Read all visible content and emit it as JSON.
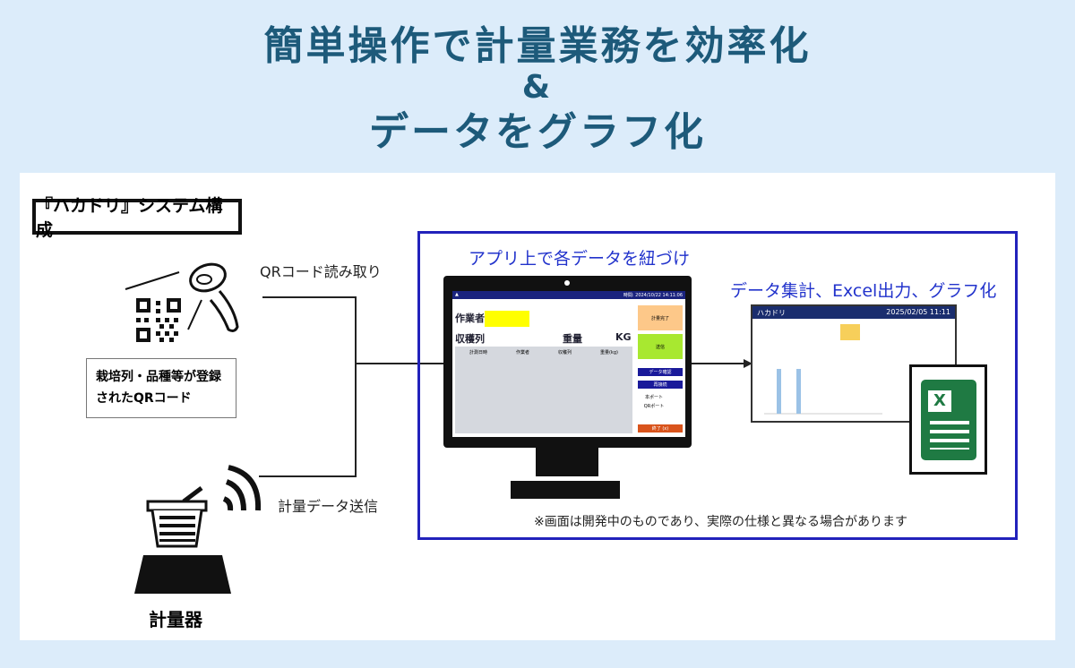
{
  "title": {
    "line1": "簡単操作で計量業務を効率化",
    "line2": "&",
    "line3": "データをグラフ化"
  },
  "diagram": {
    "header": "『ハカドリ』システム構成",
    "qr_read_label": "QRコード読み取り",
    "qr_callout": {
      "line1": "栽培列・品種等が登録",
      "line2": "されたQRコード"
    },
    "send_label": "計量データ送信",
    "scale_label": "計量器",
    "app_label": "アプリ上で各データを紐づけ",
    "output_label": "データ集計、Excel出力、グラフ化",
    "note": "※画面は開発中のものであり、実際の仕様と異なる場合があります",
    "app_screen": {
      "time": "時間: 2024/10/22 14:11:06",
      "worker": "作業者",
      "row": "収穫列",
      "weight": "重量",
      "unit": "KG",
      "buttons": [
        "計量完了",
        "送信",
        "データ確認",
        "再接続",
        "終了 (x)"
      ],
      "ports": [
        "本ポート",
        "QRポート"
      ],
      "columns": [
        "計測日時",
        "作業者",
        "収穫列",
        "重量(kg)"
      ]
    },
    "dashboard": {
      "brand": "ハカドリ",
      "datetime": "2025/02/05 11:11"
    },
    "excel_letter": "X"
  },
  "colors": {
    "title": "#1d5a7a",
    "frame": "#2222bb",
    "excel": "#1f7a43"
  }
}
